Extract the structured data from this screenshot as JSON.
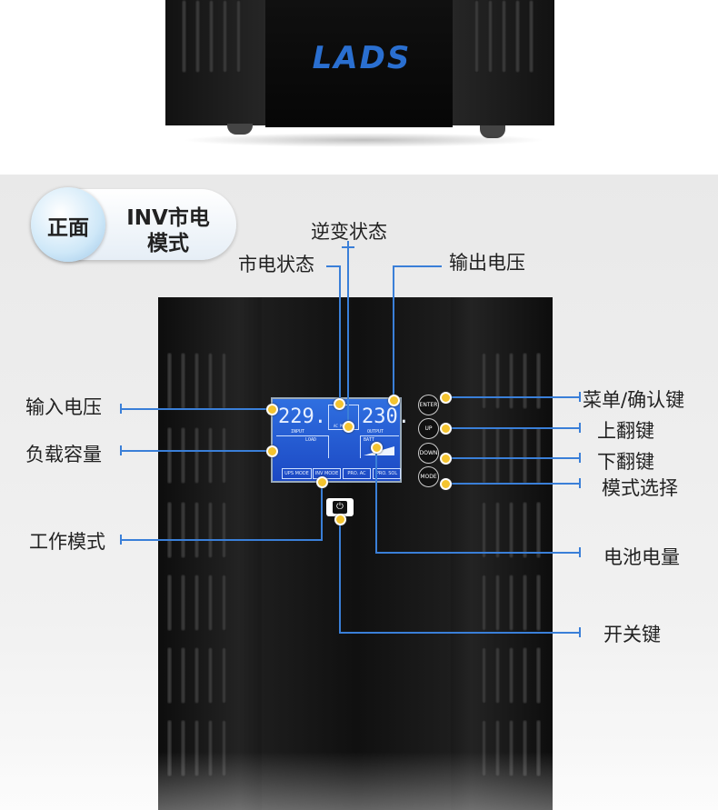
{
  "brand": {
    "logo_text": "LADS"
  },
  "badge": {
    "face": "正面",
    "mode_line1": "INV市电",
    "mode_line2": "模式"
  },
  "labels": {
    "inverter_status": "逆变状态",
    "mains_status": "市电状态",
    "output_voltage": "输出电压",
    "input_voltage": "输入电压",
    "load_capacity": "负载容量",
    "work_mode": "工作模式",
    "menu_confirm_key": "菜单/确认键",
    "up_key": "上翻键",
    "down_key": "下翻键",
    "mode_select": "模式选择",
    "battery_level": "电池电量",
    "power_switch": "开关键"
  },
  "lcd": {
    "input_value": "229.",
    "output_value": "230.",
    "input_caption": "INPUT",
    "output_caption": "OUTPUT",
    "load_caption": "LOAD",
    "batt_caption": "BATT",
    "ac_mode_caption": "AC MODE",
    "modes": [
      "UPS MODE",
      "INV MODE",
      "PRO. AC",
      "PRO. SOL"
    ]
  },
  "buttons": {
    "enter": "ENTER",
    "up": "UP",
    "down": "DOWN",
    "mode": "MODE"
  },
  "colors": {
    "accent_line": "#3a7fd8",
    "dot": "#f4c430",
    "logo": "#2a6fd0",
    "lcd": "#2a5fd8"
  }
}
